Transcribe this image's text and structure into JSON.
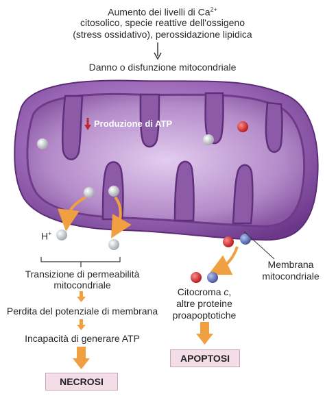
{
  "header": {
    "line1_pre": "Aumento dei livelli di Ca",
    "line1_sup": "2+",
    "line2": "citosolico, specie reattive dell'ossigeno",
    "line3": "(stress ossidativo), perossidazione lipidica"
  },
  "damage_label": "Danno o disfunzione mitocondriale",
  "atp_label": "Produzione di ATP",
  "hplus": {
    "base": "H",
    "sup": "+"
  },
  "left_chain": {
    "step1_line1": "Transizione di permeabilità",
    "step1_line2": "mitocondriale",
    "step2": "Perdita del potenziale di membrana",
    "step3": "Incapacità di generare ATP",
    "outcome": "NECROSI"
  },
  "right_chain": {
    "membrane_line1": "Membrana",
    "membrane_line2": "mitocondriale",
    "cyto_line1_pre": "Citocroma ",
    "cyto_line1_italic": "c",
    "cyto_line1_post": ",",
    "cyto_line2": "altre proteine",
    "cyto_line3": "proapoptotiche",
    "outcome": "APOPTOSI"
  },
  "colors": {
    "outer_membrane": "#8a55a6",
    "inner_matrix": "#b98ccc",
    "cristae": "#6d3b88",
    "arrow_orange": "#f0a040",
    "atp_arrow": "#c0262a",
    "outcome_box": "#f3dde7",
    "ion_gray": "#c8ccd2",
    "protein_red": "#d02a2a",
    "protein_blue": "#5c6fb5"
  }
}
